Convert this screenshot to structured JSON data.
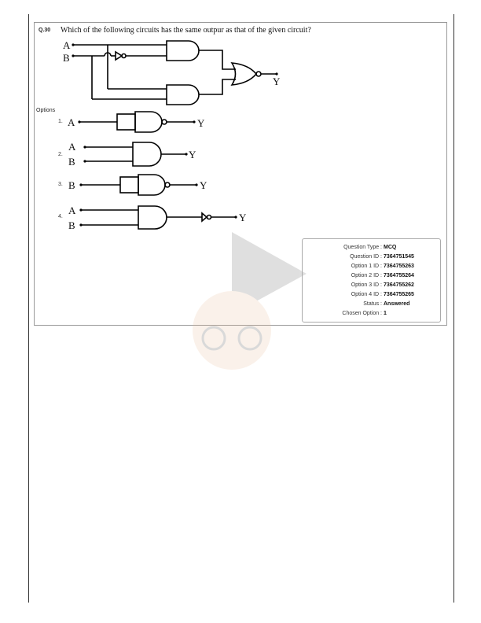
{
  "question": {
    "number": "Q.30",
    "text": "Which of the following circuits has the same outpur as that of the given circuit?",
    "circuit_labels": {
      "a": "A",
      "b": "B",
      "y": "Y"
    }
  },
  "options_label": "Options",
  "options": [
    {
      "num": "1.",
      "inputs": [
        "A"
      ],
      "output": "Y"
    },
    {
      "num": "2.",
      "inputs": [
        "A",
        "B"
      ],
      "output": "Y"
    },
    {
      "num": "3.",
      "inputs": [
        "B"
      ],
      "output": "Y"
    },
    {
      "num": "4.",
      "inputs": [
        "A",
        "B"
      ],
      "output": "Y"
    }
  ],
  "info": [
    {
      "key": "Question Type :",
      "value": "MCQ"
    },
    {
      "key": "Question ID :",
      "value": "7364751545"
    },
    {
      "key": "Option 1 ID :",
      "value": "7364755263"
    },
    {
      "key": "Option 2 ID :",
      "value": "7364755264"
    },
    {
      "key": "Option 3 ID :",
      "value": "7364755262"
    },
    {
      "key": "Option 4 ID :",
      "value": "7364755265"
    },
    {
      "key": "Status :",
      "value": "Answered"
    },
    {
      "key": "Chosen Option :",
      "value": "1"
    }
  ]
}
